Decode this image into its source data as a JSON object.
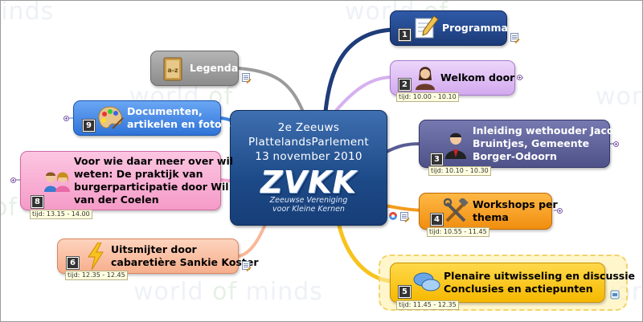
{
  "central": {
    "lines": [
      "2e Zeeuws",
      "PlattelandsParlement",
      "13 november 2010"
    ],
    "logo": "ZVKK",
    "logo_sub": [
      "Zeeuwse Vereniging",
      "voor Kleine Kernen"
    ]
  },
  "watermark": {
    "part1": "world",
    "part2": "of",
    "part3": "minds"
  },
  "nodes": [
    {
      "num": "1",
      "lines": [
        "Programma"
      ],
      "tijd": "",
      "icon": "pencil-paper-icon",
      "color": "#1f3c7a"
    },
    {
      "num": "2",
      "lines": [
        "Welkom door"
      ],
      "tijd": "tijd: 10.00 - 10.10",
      "icon": "woman-icon",
      "color": "#d6b0ef"
    },
    {
      "num": "3",
      "lines": [
        "Inleiding wethouder Jacob",
        "Bruintjes, Gemeente",
        "Borger-Odoorn"
      ],
      "tijd": "tijd: 10.10 - 10.30",
      "icon": "businessman-icon",
      "color": "#5a5d94"
    },
    {
      "num": "4",
      "lines": [
        "Workshops per",
        "thema"
      ],
      "tijd": "tijd: 10.55 - 11.45",
      "icon": "tools-icon",
      "color": "#f39c1c"
    },
    {
      "num": "5",
      "lines": [
        "Plenaire uitwisseling en discussie",
        "Conclusies en actiepunten"
      ],
      "tijd": "tijd: 11.45 - 12.35",
      "icon": "speech-bubbles-icon",
      "color": "#f7c31c"
    },
    {
      "num": "6",
      "lines": [
        "Uitsmijter door",
        "cabaretière Sankie Koster"
      ],
      "tijd": "tijd: 12.35 - 12.45",
      "icon": "lightning-icon",
      "color": "#f8b898"
    },
    {
      "num": "8",
      "lines": [
        "Voor wie daar meer over wil",
        "weten: De praktijk van",
        "burgerparticipatie door Wil",
        "van der Coelen"
      ],
      "tijd": "tijd: 13.15 - 14.00",
      "icon": "couple-icon",
      "color": "#f7a6cf"
    },
    {
      "num": "9",
      "lines": [
        "Documenten,",
        "artikelen en foto's"
      ],
      "tijd": "",
      "icon": "palette-icon",
      "color": "#3f84e3"
    },
    {
      "num": "",
      "lines": [
        "Legenda"
      ],
      "tijd": "",
      "icon": "legend-book-icon",
      "color": "#9b9b9b"
    }
  ]
}
